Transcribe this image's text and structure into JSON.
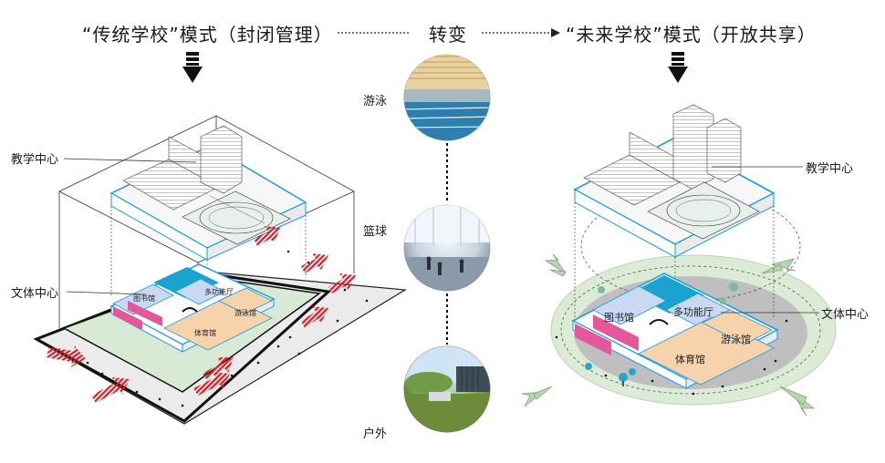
{
  "header": {
    "left_title": "“传统学校”模式（封闭管理）",
    "center_title": "转变",
    "right_title": "“未来学校”模式（开放共享）"
  },
  "left_diagram": {
    "teaching_center": "教学中心",
    "culture_sports_center": "文体中心",
    "rooms": {
      "library": "图书馆",
      "multifunction_hall": "多功能厅",
      "swimming_hall": "游泳馆",
      "gymnasium": "体育馆"
    }
  },
  "middle_column": {
    "photos": [
      {
        "label": "游泳"
      },
      {
        "label": "篮球"
      },
      {
        "label": "户外"
      }
    ]
  },
  "right_diagram": {
    "teaching_center": "教学中心",
    "culture_sports_center": "文体中心",
    "rooms": {
      "library": "图书馆",
      "multifunction_hall": "多功能厅",
      "swimming_hall": "游泳馆",
      "gymnasium": "体育馆"
    }
  },
  "colors": {
    "blue_outline": "#1a9be0",
    "library_fill": "#c9d9f2",
    "pink_fill": "#e3589a",
    "teal_fill": "#1aa3cf",
    "gym_fill": "#f6d3ab",
    "green_zone": "#d8ead3",
    "plaza_gray": "#e9e9e9",
    "arrow_red": "#d91d24"
  }
}
